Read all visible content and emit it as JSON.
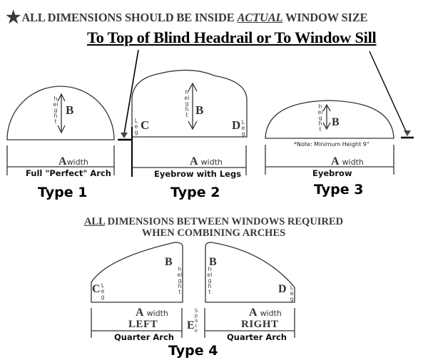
{
  "header": {
    "star_icon": "star-icon",
    "text_before": "ALL DIMENSIONS SHOULD BE INSIDE ",
    "text_emphasis": "ACTUAL",
    "text_after": " WINDOW  SIZE"
  },
  "subheader": "To Top of Blind Headrail or To Window Sill",
  "types": [
    {
      "name": "Type 1",
      "caption": "Full \"Perfect\" Arch",
      "width_letter": "A",
      "width_word": "width",
      "height_letter": "B",
      "height_word": "height"
    },
    {
      "name": "Type 2",
      "caption": "Eyebrow with Legs",
      "width_letter": "A",
      "width_word": "width",
      "height_letter": "B",
      "height_word": "height",
      "left_leg_letter": "C",
      "right_leg_letter": "D",
      "leg_word": "Leg"
    },
    {
      "name": "Type 3",
      "caption": "Eyebrow",
      "note": "*Note: Minimum Height 9\"",
      "width_letter": "A",
      "width_word": "width",
      "height_letter": "B",
      "height_word": "height"
    }
  ],
  "combining": {
    "line1_emphasis": "ALL",
    "line1_rest": " DIMENSIONS BETWEEN WINDOWS REQUIRED",
    "line2": "WHEN COMBINING ARCHES"
  },
  "type4": {
    "name": "Type 4",
    "left": {
      "side": "LEFT",
      "caption": "Quarter Arch",
      "width_letter": "A",
      "width_word": "width",
      "height_letter": "B",
      "height_word": "height",
      "leg_letter": "C",
      "leg_word": "Leg"
    },
    "right": {
      "side": "RIGHT",
      "caption": "Quarter Arch",
      "width_letter": "A",
      "width_word": "width",
      "height_letter": "B",
      "height_word": "height",
      "leg_letter": "D",
      "leg_word": "Leg"
    },
    "space_letter": "E",
    "space_word": "Space"
  },
  "colors": {
    "ink": "#000000",
    "gray_text": "#3a3a3a",
    "line": "#333333"
  }
}
